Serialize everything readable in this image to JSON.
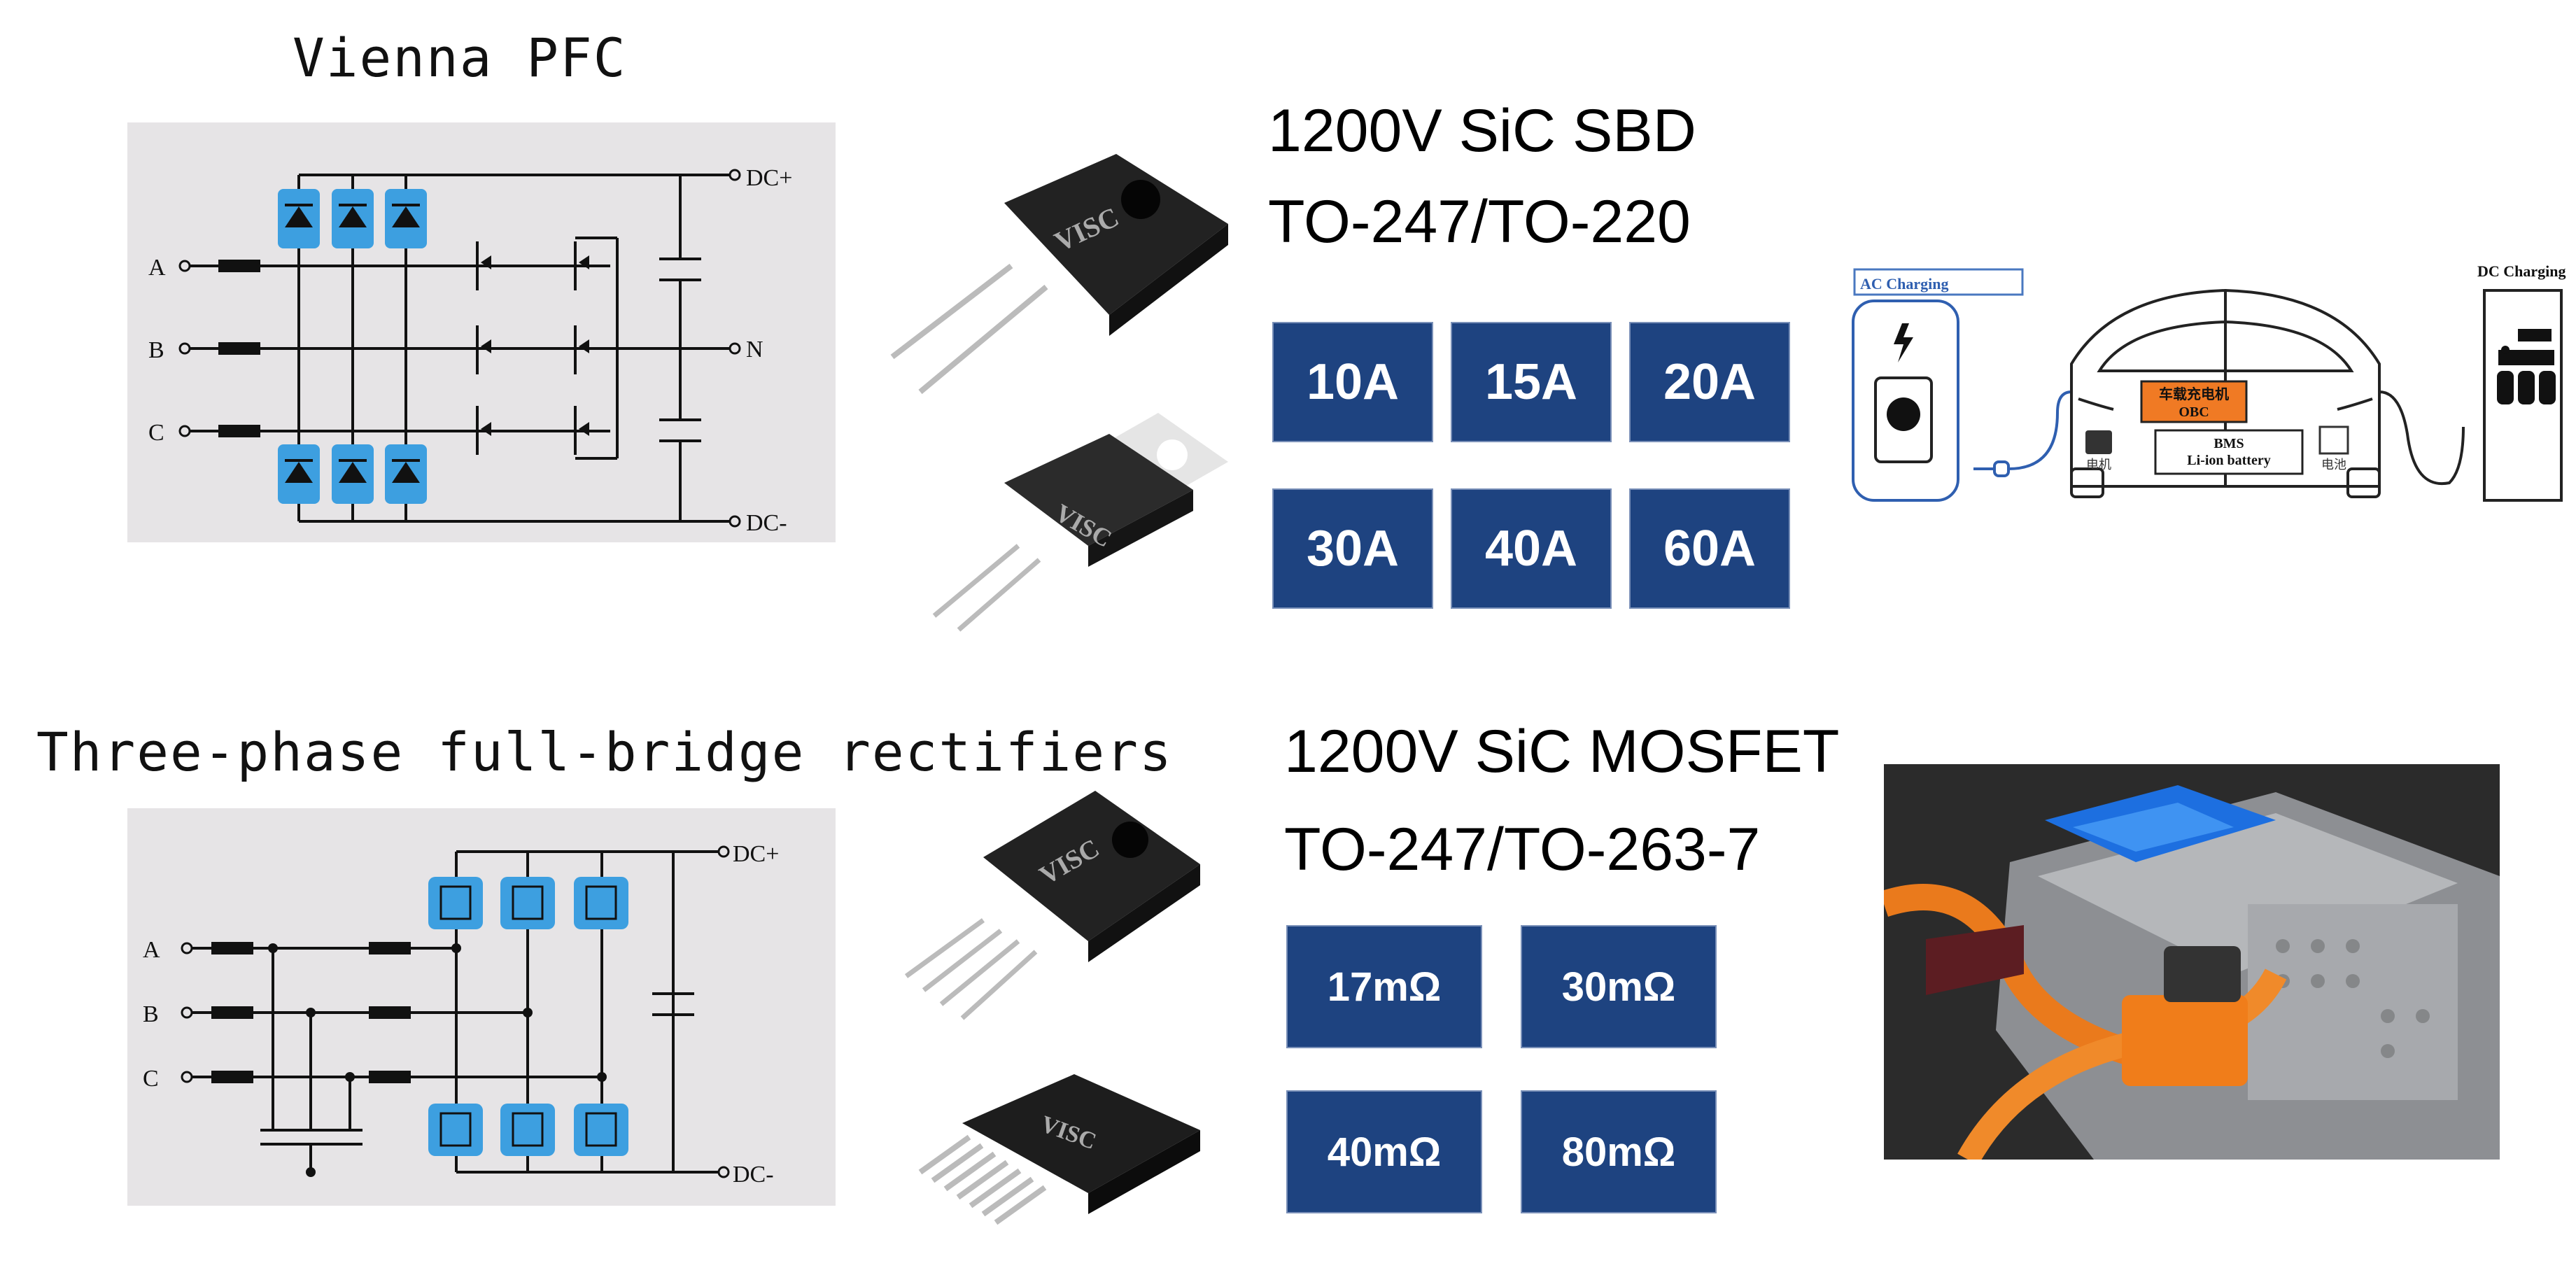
{
  "vienna": {
    "title": "Vienna PFC",
    "labels": {
      "phase_a": "A",
      "phase_b": "B",
      "phase_c": "C",
      "dc_plus": "DC+",
      "dc_minus": "DC-",
      "neutral": "N"
    }
  },
  "rectifier": {
    "title": "Three-phase full-bridge rectifiers",
    "labels": {
      "phase_a": "A",
      "phase_b": "B",
      "phase_c": "C",
      "dc_plus": "DC+",
      "dc_minus": "DC-"
    }
  },
  "sbd": {
    "line1": "1200V SiC SBD",
    "line2": "TO-247/TO-220",
    "ratings": [
      "10A",
      "15A",
      "20A",
      "30A",
      "40A",
      "60A"
    ],
    "package_brand": "VISC"
  },
  "mosfet": {
    "line1": "1200V SiC MOSFET",
    "line2": "TO-247/TO-263-7",
    "ratings": [
      "17mΩ",
      "30mΩ",
      "40mΩ",
      "80mΩ"
    ],
    "package_brand": "VISC"
  },
  "ev_diagram": {
    "ac_label": "AC Charging",
    "dc_label": "DC Charging",
    "obc_label_cn": "车载充电机",
    "obc_label": "OBC",
    "bms_label": "BMS",
    "battery_label": "Li-ion battery",
    "motor_label": "电机",
    "battery_cn": "电池"
  },
  "colors": {
    "badge": "#1e4380",
    "device_highlight": "#3d9fe0",
    "circuit_bg": "#e6e4e6"
  }
}
